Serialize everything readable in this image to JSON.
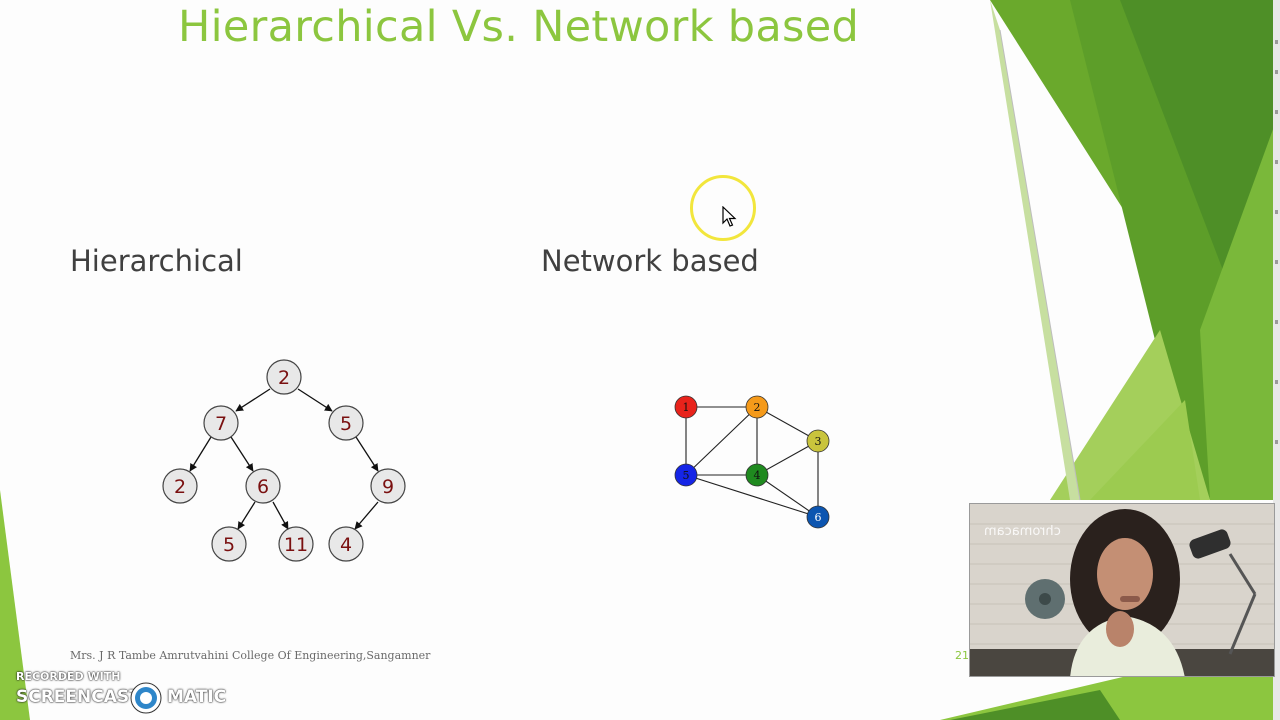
{
  "slide": {
    "title": "Hierarchical Vs. Network based",
    "left_heading": "Hierarchical",
    "right_heading": "Network based",
    "footer": "Mrs. J R Tambe Amrutvahini College Of Engineering,Sangamner",
    "page_number": "21"
  },
  "tree": {
    "nodes": [
      "2",
      "7",
      "5",
      "2",
      "6",
      "9",
      "5",
      "11",
      "4"
    ]
  },
  "network": {
    "nodes": [
      {
        "label": "1",
        "color": "#e8231b"
      },
      {
        "label": "2",
        "color": "#f59a1a"
      },
      {
        "label": "3",
        "color": "#c9c43c"
      },
      {
        "label": "4",
        "color": "#1f8a1f"
      },
      {
        "label": "5",
        "color": "#1525e6"
      },
      {
        "label": "6",
        "color": "#0c55b0"
      }
    ]
  },
  "webcam": {
    "brand": "chromacam"
  },
  "watermark": {
    "line1": "RECORDED WITH",
    "line2a": "SCREENCAST",
    "line2b": "MATIC"
  },
  "colors": {
    "accent_green": "#8cc63f",
    "dark_green": "#4e8f27"
  },
  "icons": [
    "cursor-icon",
    "screencast-logo-icon",
    "chromacam-icon"
  ]
}
